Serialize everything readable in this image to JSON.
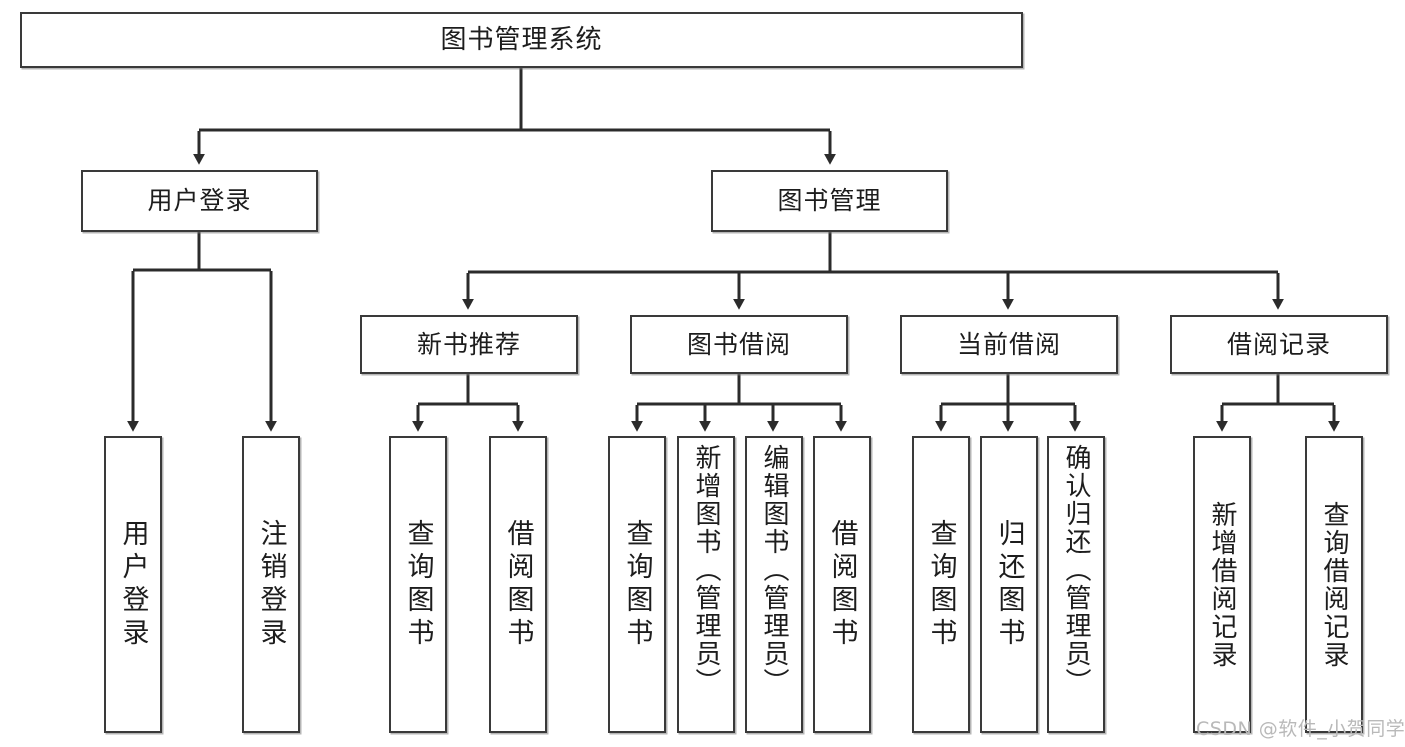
{
  "diagram": {
    "type": "tree-hierarchy",
    "title": "图书管理系统",
    "root": {
      "id": "root",
      "label": "图书管理系统"
    },
    "level2": [
      {
        "id": "user-login",
        "label": "用户登录"
      },
      {
        "id": "book-manage",
        "label": "图书管理"
      }
    ],
    "level3": [
      {
        "id": "new-book-recommend",
        "label": "新书推荐",
        "parent": "book-manage"
      },
      {
        "id": "book-borrow",
        "label": "图书借阅",
        "parent": "book-manage"
      },
      {
        "id": "current-borrow",
        "label": "当前借阅",
        "parent": "book-manage"
      },
      {
        "id": "borrow-record",
        "label": "借阅记录",
        "parent": "book-manage"
      }
    ],
    "leaves": [
      {
        "id": "leaf-user-login",
        "label": "用户登录",
        "parent": "user-login"
      },
      {
        "id": "leaf-logout",
        "label": "注销登录",
        "parent": "user-login"
      },
      {
        "id": "leaf-query-book-1",
        "label": "查询图书",
        "parent": "new-book-recommend"
      },
      {
        "id": "leaf-borrow-book-1",
        "label": "借阅图书",
        "parent": "new-book-recommend"
      },
      {
        "id": "leaf-query-book-2",
        "label": "查询图书",
        "parent": "book-borrow"
      },
      {
        "id": "leaf-add-book",
        "label": "新增图书（管理员）",
        "parent": "book-borrow"
      },
      {
        "id": "leaf-edit-book",
        "label": "编辑图书（管理员）",
        "parent": "book-borrow"
      },
      {
        "id": "leaf-borrow-book-2",
        "label": "借阅图书",
        "parent": "book-borrow"
      },
      {
        "id": "leaf-query-book-3",
        "label": "查询图书",
        "parent": "current-borrow"
      },
      {
        "id": "leaf-return-book",
        "label": "归还图书",
        "parent": "current-borrow"
      },
      {
        "id": "leaf-confirm-return",
        "label": "确认归还（管理员）",
        "parent": "current-borrow"
      },
      {
        "id": "leaf-add-record",
        "label": "新增借阅记录",
        "parent": "borrow-record"
      },
      {
        "id": "leaf-query-record",
        "label": "查询借阅记录",
        "parent": "borrow-record"
      }
    ],
    "colors": {
      "box_border": "#3a3a3a",
      "box_fill": "#ffffff",
      "edge": "#2b2b2b",
      "text": "#1d1d1d",
      "watermark": "#b9b9b9",
      "background": "#ffffff"
    }
  },
  "watermark": {
    "text": "CSDN @软件_小贺同学"
  }
}
